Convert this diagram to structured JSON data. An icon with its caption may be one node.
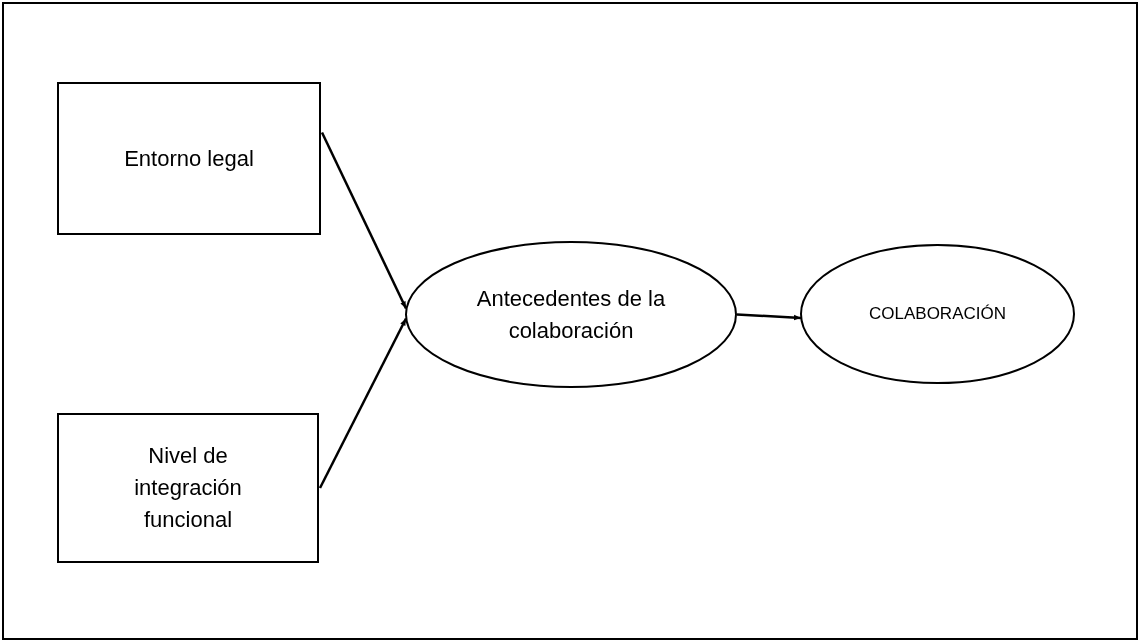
{
  "diagram": {
    "nodes": [
      {
        "text": [
          "Entorno legal"
        ]
      },
      {
        "text": [
          "Nivel de integración funcional"
        ]
      },
      {
        "text": [
          "Antecedentes de la colaboración"
        ]
      },
      {
        "text": [
          "COLABORACIÓN"
        ]
      }
    ],
    "edges": [
      {
        "from": 0,
        "to": 2,
        "arrow": "to"
      },
      {
        "from": 1,
        "to": 2,
        "arrow": "to"
      },
      {
        "from": 2,
        "to": 3,
        "arrow": "to"
      }
    ]
  }
}
